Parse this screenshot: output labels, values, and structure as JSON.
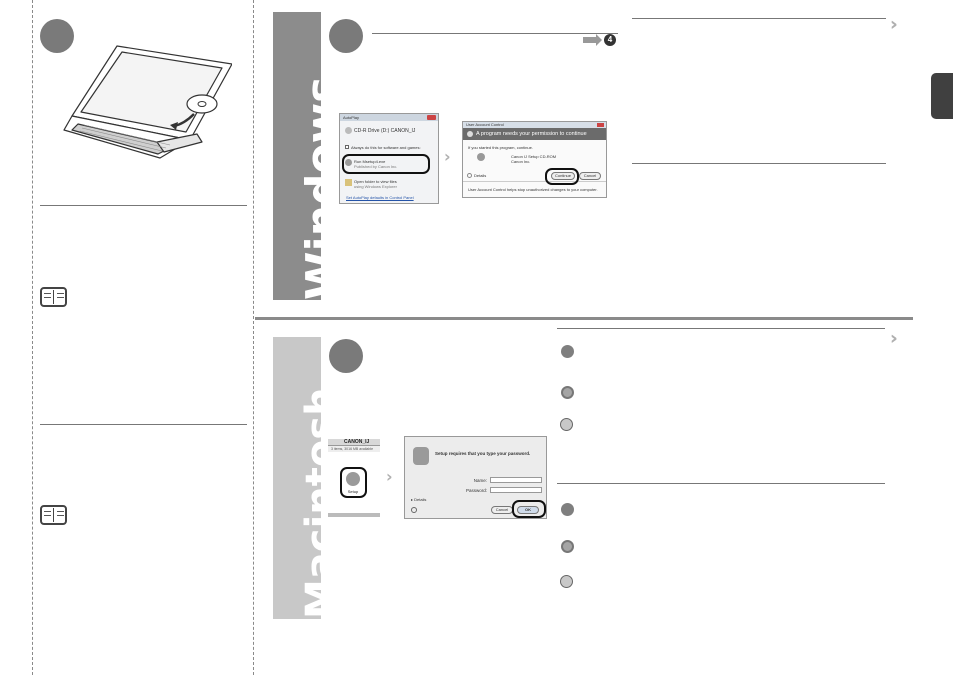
{
  "os_labels": {
    "windows": "Windows",
    "mac": "Macintosh"
  },
  "step_arrow": {
    "target": "4"
  },
  "colors": {
    "dark_gray": "#404040",
    "win_bar": "#8c8c8c",
    "mac_bar": "#c8c8c8",
    "step_circle": "#7a7a7a"
  },
  "autoplay": {
    "title": "AutoPlay",
    "drive": "CD-R Drive (D:) CANON_IJ",
    "always": "Always do this for software and games:",
    "run": "Run Msetup4.exe",
    "publisher": "Published by Canon Inc.",
    "open": "Open folder to view files",
    "explorer": "using Windows Explorer",
    "link": "Set AutoPlay defaults in Control Panel"
  },
  "uac": {
    "title": "User Account Control",
    "header": "A program needs your permission to continue",
    "started": "If you started this program, continue.",
    "program": "Canon IJ Setup CD-ROM",
    "publisher": "Canon Inc.",
    "continue": "Continue",
    "cancel": "Cancel",
    "details": "Details",
    "footer": "User Account Control helps stop unauthorized changes to your computer."
  },
  "finder": {
    "disk": "CANON_IJ",
    "status": "3 items, 3016 MB available",
    "setup": "Setup"
  },
  "auth": {
    "message": "Setup requires that you type your password.",
    "name_label": "Name:",
    "password_label": "Password:",
    "details": "Details",
    "cancel": "Cancel",
    "ok": "OK"
  }
}
